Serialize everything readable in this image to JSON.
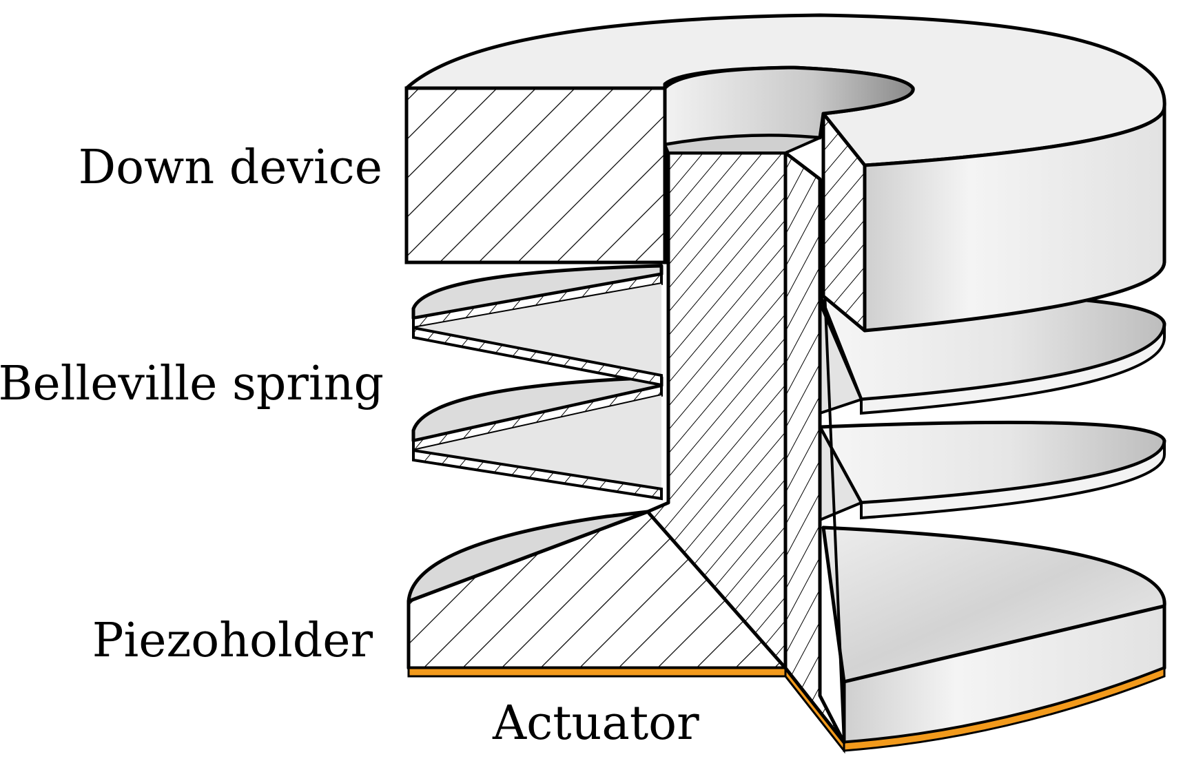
{
  "labels": {
    "down_device": "Down device",
    "belleville_spring": "Belleville spring",
    "piezoholder": "Piezoholder",
    "actuator": "Actuator"
  },
  "colors": {
    "outline": "#000000",
    "surface_light": "#efefef",
    "surface_mid": "#d9d9d9",
    "surface_dark": "#8a8a8a",
    "actuator": "#f29a1c",
    "background": "#ffffff"
  }
}
